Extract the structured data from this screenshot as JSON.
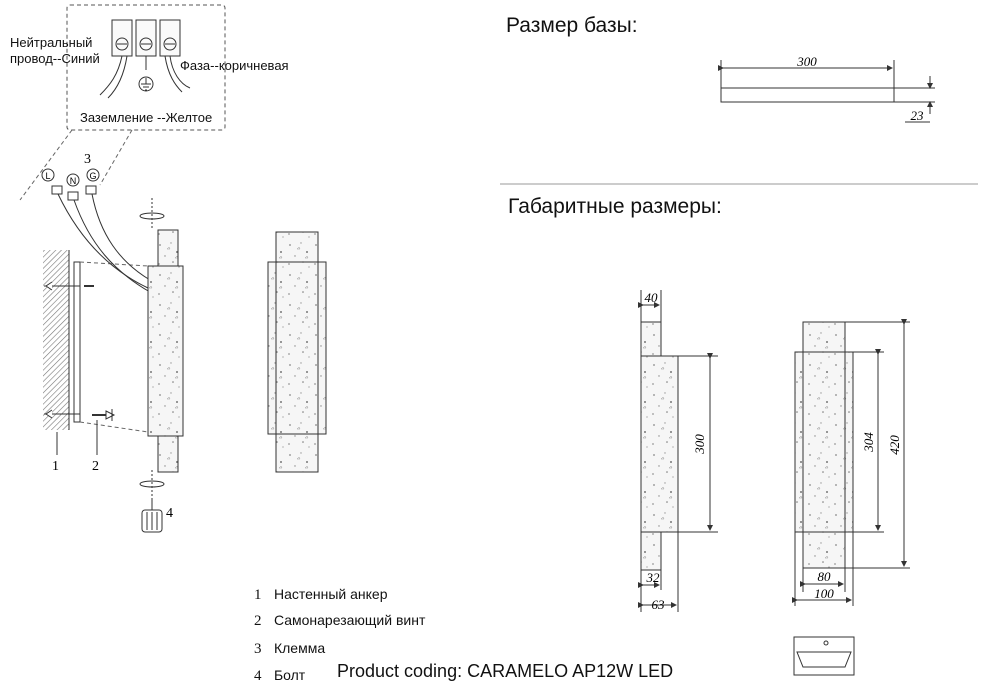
{
  "headings": {
    "base_size": "Размер базы:",
    "overall_dimensions": "Габаритные размеры:"
  },
  "wiring": {
    "neutral_wire": "Нейтральный провод--Синий",
    "phase_wire": "Фаза--коричневая",
    "ground_wire": "Заземление --Желтое",
    "terminal_letters": [
      "L",
      "N",
      "G"
    ]
  },
  "dimensions": {
    "base_length": "300",
    "base_height": "23",
    "side_top_width": "40",
    "side_height": "300",
    "side_bottom_inner": "32",
    "side_bottom_outer": "63",
    "front_inner_height": "304",
    "front_total_height": "420",
    "front_inner_width": "80",
    "front_total_width": "100"
  },
  "callout_numbers": [
    "1",
    "2",
    "3",
    "4"
  ],
  "legend": [
    {
      "num": "1",
      "label": "Настенный анкер"
    },
    {
      "num": "2",
      "label": "Самонарезающий винт"
    },
    {
      "num": "3",
      "label": "Клемма"
    },
    {
      "num": "4",
      "label": "Болт"
    }
  ],
  "product_coding": "Product coding: CARAMELO AP12W LED",
  "colors": {
    "line": "#333333",
    "panel_fill": "#f4f4f4",
    "divider": "#999999",
    "wall_hatch": "#777777"
  }
}
